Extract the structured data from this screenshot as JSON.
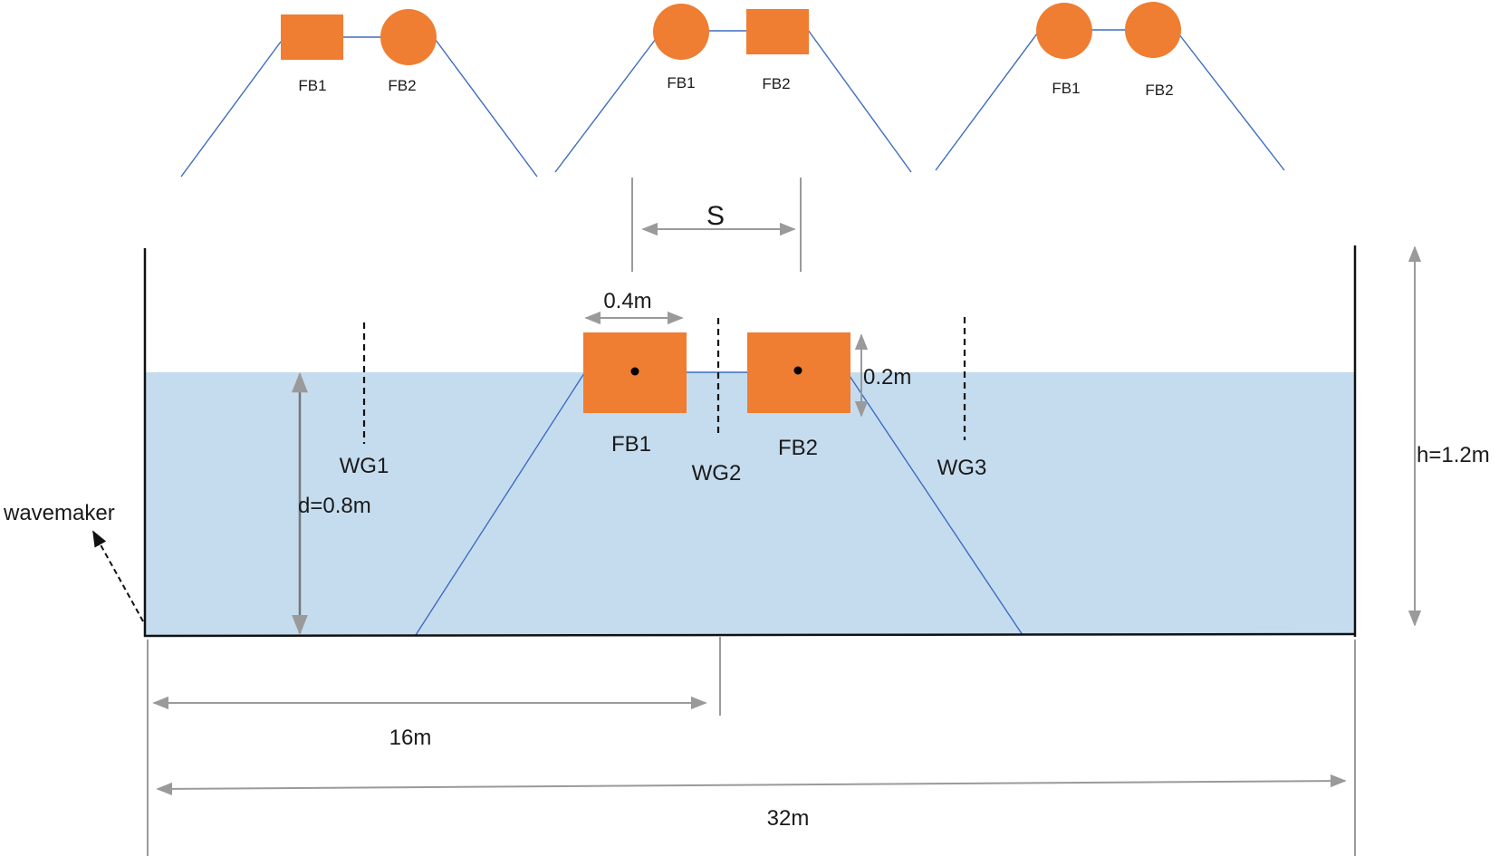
{
  "colors": {
    "float": "#ef7d32",
    "water": "#c5dcef",
    "mooring": "#3d6cc0",
    "dimension": "#9a9a9a",
    "tank": "#111111"
  },
  "configs": [
    {
      "shape1": "square",
      "shape2": "circle",
      "label1": "FB1",
      "label2": "FB2"
    },
    {
      "shape1": "circle",
      "shape2": "square",
      "label1": "FB1",
      "label2": "FB2"
    },
    {
      "shape1": "circle",
      "shape2": "circle",
      "label1": "FB1",
      "label2": "FB2"
    }
  ],
  "labels": {
    "spacing": "S",
    "float_width": "0.4m",
    "float_height": "0.2m",
    "depth": "d=0.8m",
    "tank_height": "h=1.2m",
    "half_length": "16m",
    "full_length": "32m",
    "wavemaker": "wavemaker",
    "fb1": "FB1",
    "fb2": "FB2",
    "wg1": "WG1",
    "wg2": "WG2",
    "wg3": "WG3"
  }
}
